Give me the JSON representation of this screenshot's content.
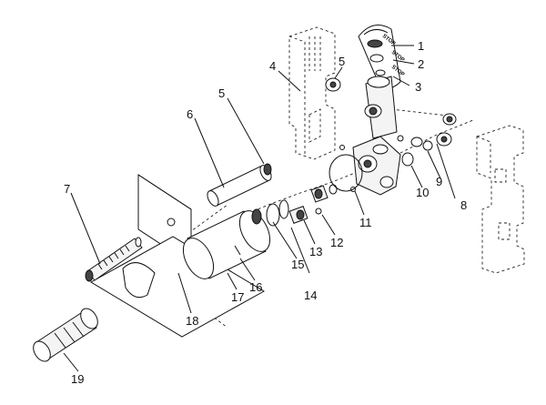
{
  "diagram": {
    "callouts": [
      "1",
      "2",
      "3",
      "4",
      "5",
      "5",
      "6",
      "7",
      "8",
      "9",
      "10",
      "11",
      "12",
      "13",
      "14",
      "15",
      "16",
      "17",
      "18",
      "19"
    ],
    "stop_labels": [
      "STOP",
      "STOP",
      "STOP"
    ]
  }
}
